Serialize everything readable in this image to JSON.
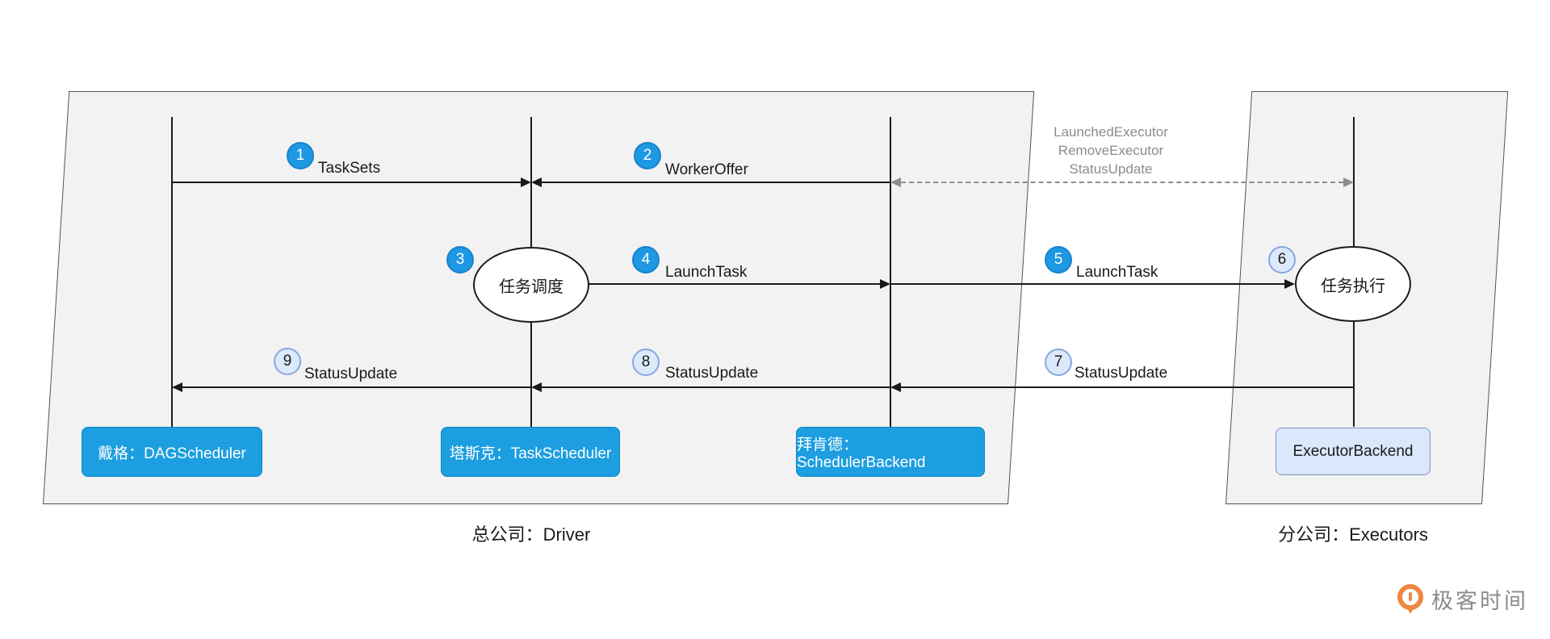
{
  "groups": {
    "driver": {
      "caption": "总公司：Driver",
      "components": [
        "戴格：DAGScheduler",
        "塔斯克：TaskScheduler",
        "拜肯德：SchedulerBackend"
      ],
      "process": "任务调度"
    },
    "executors": {
      "caption": "分公司：Executors",
      "components": [
        "ExecutorBackend"
      ],
      "process": "任务执行"
    }
  },
  "steps": [
    {
      "num": "1",
      "label": "TaskSets"
    },
    {
      "num": "2",
      "label": "WorkerOffer"
    },
    {
      "num": "3",
      "label": ""
    },
    {
      "num": "4",
      "label": "LaunchTask"
    },
    {
      "num": "5",
      "label": "LaunchTask"
    },
    {
      "num": "6",
      "label": ""
    },
    {
      "num": "7",
      "label": "StatusUpdate"
    },
    {
      "num": "8",
      "label": "StatusUpdate"
    },
    {
      "num": "9",
      "label": "StatusUpdate"
    }
  ],
  "dashed_message": {
    "lines": [
      "LaunchedExecutor",
      "RemoveExecutor",
      "StatusUpdate"
    ]
  },
  "logo": {
    "text": "极客时间"
  },
  "colors": {
    "component_fill": "#1c9ee0",
    "component_border": "#0b86c4",
    "executor_fill": "#d9e8fb",
    "executor_border": "#7e94c6",
    "badge_solid": "#1f98e4",
    "badge_light": "#dbe9fb",
    "group_fill": "#f2f2f2",
    "line": "#1a1a1a",
    "dashed_line": "#8c8c8c",
    "logo_orange": "#ef8742"
  }
}
